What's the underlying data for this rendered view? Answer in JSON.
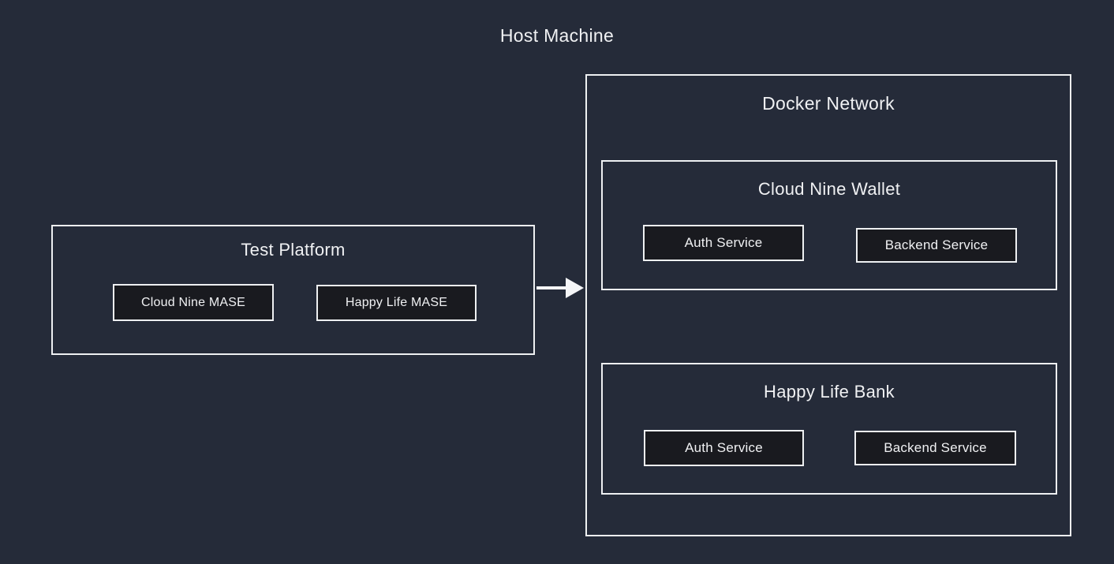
{
  "colors": {
    "background": "#252b39",
    "service_box_background": "#191a1f",
    "border": "#eef0f2",
    "text": "#f0f1f3",
    "arrow": "#f5f6f8"
  },
  "host": {
    "title": "Host Machine"
  },
  "test_platform": {
    "title": "Test Platform",
    "engines": [
      "Cloud Nine MASE",
      "Happy Life MASE"
    ]
  },
  "docker_network": {
    "title": "Docker Network",
    "groups": [
      {
        "title": "Cloud Nine Wallet",
        "services": [
          "Auth Service",
          "Backend Service"
        ]
      },
      {
        "title": "Happy Life Bank",
        "services": [
          "Auth Service",
          "Backend Service"
        ]
      }
    ]
  }
}
